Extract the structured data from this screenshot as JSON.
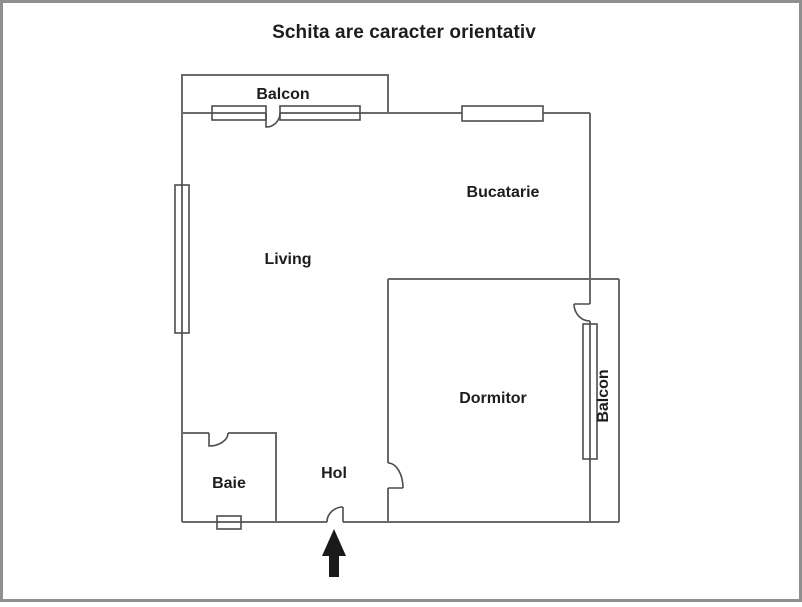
{
  "title": "Schita are caracter orientativ",
  "rooms": {
    "balcony_top": {
      "label": "Balcon"
    },
    "kitchen": {
      "label": "Bucatarie"
    },
    "living": {
      "label": "Living"
    },
    "bedroom": {
      "label": "Dormitor"
    },
    "bathroom": {
      "label": "Baie"
    },
    "hall": {
      "label": "Hol"
    },
    "balcony_right": {
      "label": "Balcon"
    }
  },
  "icons": {
    "entrance_arrow": "up-arrow"
  },
  "colors": {
    "background": "#ffffff",
    "outer_border": "#8f8f8f",
    "wall": "#6a6a6a",
    "detail": "#4d4d4d",
    "text": "#1d1d1f",
    "arrow": "#1a1a1a"
  }
}
